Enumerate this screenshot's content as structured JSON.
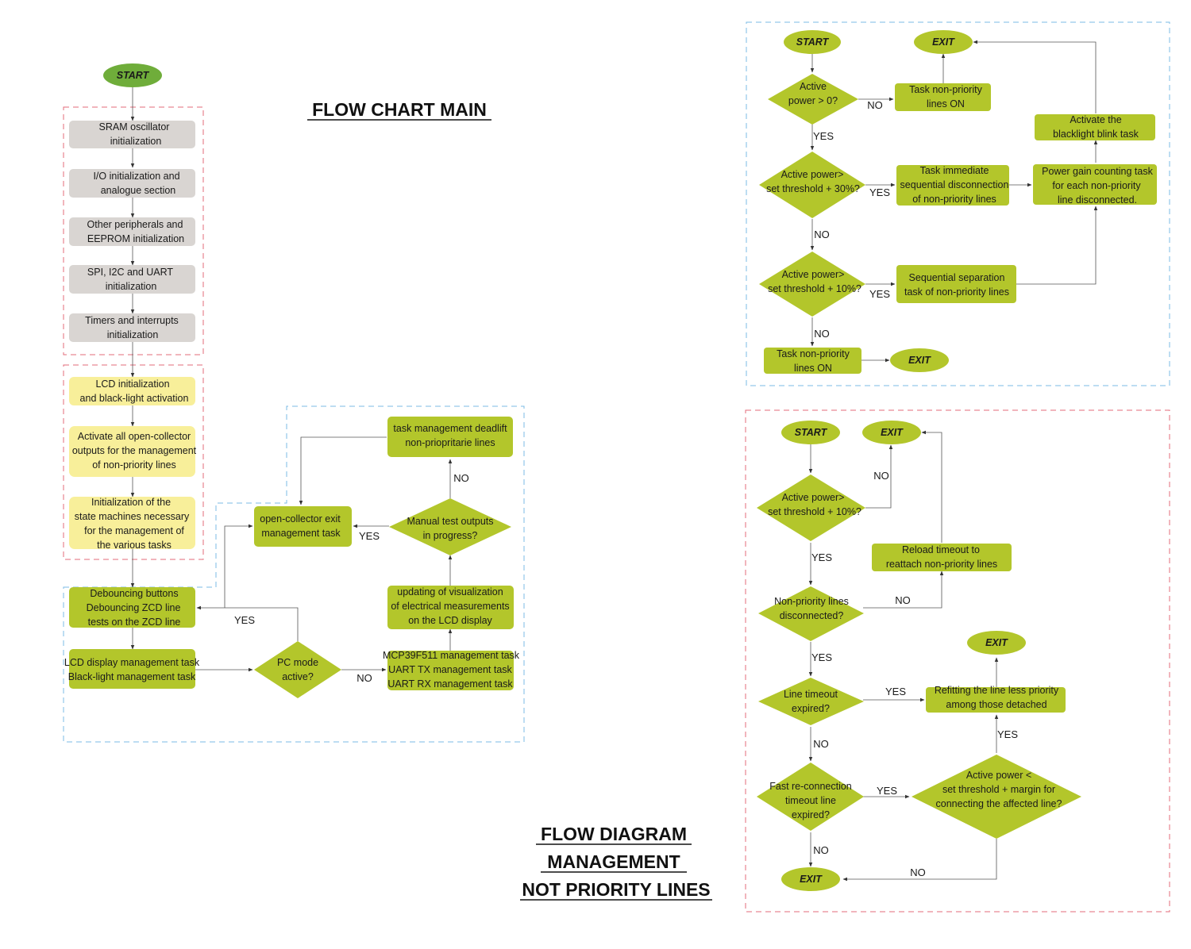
{
  "titles": {
    "main": "FLOW CHART MAIN",
    "lines": [
      "FLOW DIAGRAM",
      "MANAGEMENT",
      "NOT PRIORITY LINES"
    ]
  },
  "colors": {
    "green_node": "#b3c62b",
    "green_terminal": "#6fad3a",
    "grey_node": "#d9d5d2",
    "yellow_node": "#f8ef9a",
    "red_dash": "#e36b7a",
    "blue_dash": "#7bbbe6",
    "edge": "#555555"
  },
  "main": {
    "start": "START",
    "sram": [
      "SRAM oscillator",
      "initialization"
    ],
    "io": [
      "I/O initialization and",
      "analogue section"
    ],
    "peripherals": [
      "Other peripherals and",
      "EEPROM initialization"
    ],
    "spi": [
      "SPI, I2C and UART",
      "initialization"
    ],
    "timers": [
      "Timers and interrupts",
      "initialization"
    ],
    "lcd_init": [
      "LCD initialization",
      "and black-light activation"
    ],
    "activate_oc": [
      "Activate all open-collector",
      "outputs for the management",
      "of non-priority lines"
    ],
    "state_machines": [
      "Initialization of the",
      "state machines necessary",
      "for the management of",
      "the various tasks"
    ],
    "debouncing": [
      "Debouncing buttons",
      "Debouncing ZCD line",
      "tests on the ZCD line"
    ],
    "lcd_tasks": [
      "LCD display management task",
      "Black-light management task"
    ],
    "pc_mode": [
      "PC mode",
      "active?"
    ],
    "mcp_tasks": [
      "MCP39F511 management task",
      "UART TX management task",
      "UART RX management task"
    ],
    "updating": [
      "updating of visualization",
      "of electrical measurements",
      "on the LCD display"
    ],
    "manual_test": [
      "Manual test outputs",
      "in progress?"
    ],
    "deadlift": [
      "task management deadlift",
      "non-priopritаrie lines"
    ],
    "oc_exit": [
      "open-collector exit",
      "management task"
    ],
    "labels": {
      "yes_pc": "YES",
      "no_pc": "NO",
      "yes_manual": "YES",
      "no_manual": "NO"
    }
  },
  "top": {
    "start": "START",
    "exit1": "EXIT",
    "d1": [
      "Active",
      "power > 0?"
    ],
    "task_on1": [
      "Task non-priority",
      "lines ON"
    ],
    "blacklight": [
      "Activate the",
      "blacklight blink task"
    ],
    "d2": [
      "Active power>",
      "set threshold + 30%?"
    ],
    "immediate": [
      "Task immediate",
      "sequential disconnection",
      "of non-priority lines"
    ],
    "gain": [
      "Power gain counting task",
      "for each non-priority",
      "line disconnected."
    ],
    "d3": [
      "Active power>",
      "set threshold + 10%?"
    ],
    "separation": [
      "Sequential separation",
      "task of non-priority lines"
    ],
    "task_on2": [
      "Task non-priority",
      "lines ON"
    ],
    "exit2": "EXIT",
    "labels": {
      "no_d1": "NO",
      "yes_d1": "YES",
      "yes_d2": "YES",
      "no_d2": "NO",
      "yes_d3": "YES",
      "no_d3": "NO"
    }
  },
  "bottom": {
    "start": "START",
    "exit1": "EXIT",
    "d1": [
      "Active power>",
      "set threshold + 10%?"
    ],
    "reload": [
      "Reload timeout to",
      "reattach non-priority lines"
    ],
    "d2": [
      "Non-priority lines",
      "disconnected?"
    ],
    "exit2": "EXIT",
    "d3": [
      "Line timeout",
      "expired?"
    ],
    "refitting": [
      "Refitting the line less priority",
      "among those detached"
    ],
    "d4": [
      "Fast re-connection",
      "timeout line",
      "expired?"
    ],
    "d5": [
      "Active power <",
      "set threshold + margin for",
      "connecting the affected line?"
    ],
    "exit3": "EXIT",
    "labels": {
      "no_d1": "NO",
      "yes_d1": "YES",
      "no_d2": "NO",
      "yes_d2": "YES",
      "yes_d3": "YES",
      "no_d3": "NO",
      "yes_d4": "YES",
      "no_d4": "NO",
      "yes_d5": "YES",
      "no_d5": "NO"
    }
  }
}
